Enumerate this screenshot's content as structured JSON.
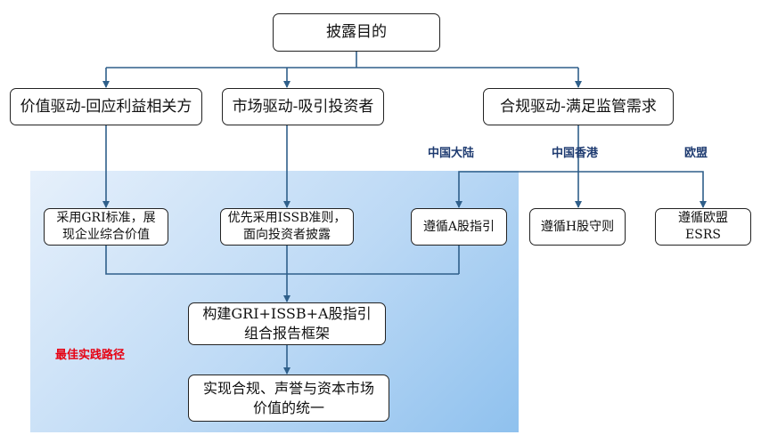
{
  "root": "披露目的",
  "level1": [
    "价值驱动-回应利益相关方",
    "市场驱动-吸引投资者",
    "合规驱动-满足监管需求"
  ],
  "region_labels": [
    "中国大陆",
    "中国香港",
    "欧盟"
  ],
  "level2": [
    "采用GRI标准，展\n现企业综合价值",
    "优先采用ISSB准则，\n面向投资者披露",
    "遵循A股指引",
    "遵循H股守则",
    "遵循欧盟\nESRS"
  ],
  "combine": "构建GRI+ISSB+A股指引\n组合报告框架",
  "outcome": "实现合规、声誉与资本市场\n价值的统一",
  "best_practice_label": "最佳实践路径",
  "colors": {
    "label_blue": "#1d3a70",
    "highlight_red": "#e60012",
    "panel_blue": "#8fc1ee"
  }
}
